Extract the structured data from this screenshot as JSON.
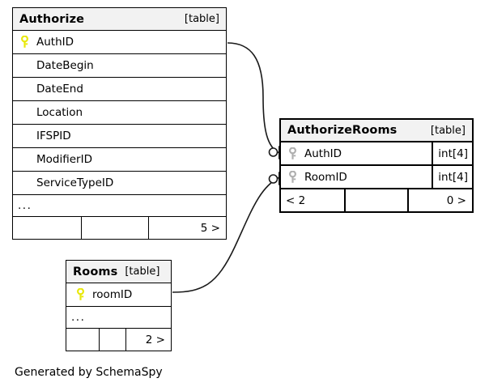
{
  "diagram": {
    "caption": "Generated by SchemaSpy",
    "table_tag": "[table]",
    "ellipsis": "...",
    "colors": {
      "primary_key": "#e8e80d",
      "foreign_key": "#b0b0b0",
      "header_bg": "#f2f2f2",
      "border": "#000000",
      "background": "#ffffff"
    }
  },
  "tables": [
    {
      "id": "authorize",
      "name": "Authorize",
      "tag": "[table]",
      "focal": false,
      "columns": [
        {
          "name": "AuthID",
          "key": "primary",
          "type": ""
        },
        {
          "name": "DateBegin",
          "key": "none",
          "type": ""
        },
        {
          "name": "DateEnd",
          "key": "none",
          "type": ""
        },
        {
          "name": "Location",
          "key": "none",
          "type": ""
        },
        {
          "name": "IFSPID",
          "key": "none",
          "type": ""
        },
        {
          "name": "ModifierID",
          "key": "none",
          "type": ""
        },
        {
          "name": "ServiceTypeID",
          "key": "none",
          "type": ""
        }
      ],
      "has_more_columns": true,
      "footer": {
        "left": "",
        "middle": "",
        "right": "5 >"
      }
    },
    {
      "id": "authorizerooms",
      "name": "AuthorizeRooms",
      "tag": "[table]",
      "focal": true,
      "columns": [
        {
          "name": "AuthID",
          "key": "foreign",
          "type": "int[4]"
        },
        {
          "name": "RoomID",
          "key": "foreign",
          "type": "int[4]"
        }
      ],
      "has_more_columns": false,
      "footer": {
        "left": "< 2",
        "middle": "",
        "right": "0 >"
      }
    },
    {
      "id": "rooms",
      "name": "Rooms",
      "tag": "[table]",
      "focal": false,
      "columns": [
        {
          "name": "roomID",
          "key": "primary",
          "type": ""
        }
      ],
      "has_more_columns": true,
      "footer": {
        "left": "",
        "middle": "",
        "right": "2 >"
      }
    }
  ],
  "relationships": [
    {
      "id": "authorize-to-authorizerooms",
      "from_table": "Authorize",
      "from_column": "AuthID",
      "to_table": "AuthorizeRooms",
      "to_column": "AuthID",
      "from_cardinality": "one-optional",
      "to_cardinality": "many"
    },
    {
      "id": "rooms-to-authorizerooms",
      "from_table": "Rooms",
      "from_column": "roomID",
      "to_table": "AuthorizeRooms",
      "to_column": "RoomID",
      "from_cardinality": "one-optional",
      "to_cardinality": "many"
    }
  ]
}
